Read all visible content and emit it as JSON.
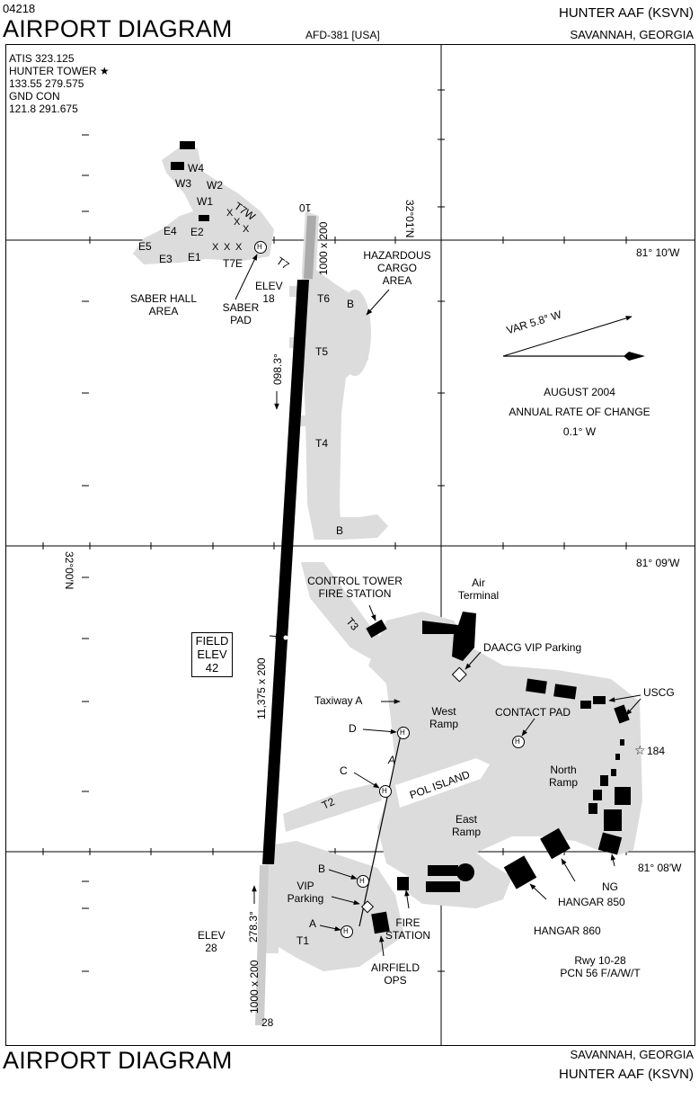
{
  "header": {
    "doc_number": "04218",
    "title": "AIRPORT DIAGRAM",
    "afd": "AFD-381 [USA]",
    "airport": "HUNTER AAF   (KSVN)",
    "location": "SAVANNAH, GEORGIA"
  },
  "footer": {
    "title": "AIRPORT DIAGRAM",
    "location": "SAVANNAH, GEORGIA",
    "airport": "HUNTER AAF   (KSVN)"
  },
  "frequencies": {
    "atis": "ATIS  323.125",
    "tower_label": "HUNTER TOWER ★",
    "tower_freq": "133.55  279.575",
    "gnd_label": "GND CON",
    "gnd_freq": "121.8  291.675"
  },
  "coordinates": {
    "lat_top": "32°01′N",
    "lat_bottom": "32°00′N",
    "lon_1": "81° 10′W",
    "lon_2": "81° 09′W",
    "lon_3": "81° 08′W"
  },
  "magvar": {
    "var": "VAR 5.8° W",
    "date": "AUGUST 2004",
    "rate_label": "ANNUAL RATE OF CHANGE",
    "rate": "0.1° W"
  },
  "runway": {
    "id_top": "10",
    "id_bottom": "28",
    "overrun_top": "1000 x 200",
    "overrun_bottom": "1000 x 200",
    "dimensions": "11,375 x 200",
    "heading_top": "098.3°",
    "heading_bottom": "278.3°",
    "elev_top_label": "ELEV",
    "elev_top": "18",
    "elev_bottom_label": "ELEV",
    "elev_bottom": "28",
    "field_elev_1": "FIELD",
    "field_elev_2": "ELEV",
    "field_elev_val": "42",
    "surface_line1": "Rwy 10-28",
    "surface_line2": "PCN 56 F/A/W/T"
  },
  "taxiways": {
    "W4": "W4",
    "W3": "W3",
    "W2": "W2",
    "W1": "W1",
    "T7W": "T7W",
    "E5": "E5",
    "E4": "E4",
    "E3": "E3",
    "E2": "E2",
    "E1": "E1",
    "T7E": "T7E",
    "T7": "T7",
    "T6": "T6",
    "T5": "T5",
    "T4": "T4",
    "B1": "B",
    "B2": "B",
    "T3": "T3",
    "T2": "T2",
    "T1": "T1",
    "A": "A",
    "taxiway_a": "Taxiway A"
  },
  "labels": {
    "saber_hall_1": "SABER HALL",
    "saber_hall_2": "AREA",
    "saber_pad_1": "SABER",
    "saber_pad_2": "PAD",
    "hazardous_1": "HAZARDOUS",
    "hazardous_2": "CARGO",
    "hazardous_3": "AREA",
    "control_tower_1": "CONTROL TOWER",
    "control_tower_2": "FIRE STATION",
    "air_terminal_1": "Air",
    "air_terminal_2": "Terminal",
    "daacg": "DAACG VIP Parking",
    "west_ramp_1": "West",
    "west_ramp_2": "Ramp",
    "contact_pad": "CONTACT PAD",
    "uscg": "USCG",
    "beacon": "184",
    "north_ramp_1": "North",
    "north_ramp_2": "Ramp",
    "pol_island": "POL ISLAND",
    "east_ramp_1": "East",
    "east_ramp_2": "Ramp",
    "helipad_d": "D",
    "helipad_c": "C",
    "helipad_b": "B",
    "helipad_a": "A",
    "vip_parking_1": "VIP",
    "vip_parking_2": "Parking",
    "fire_station_1": "FIRE",
    "fire_station_2": "STATION",
    "airfield_ops_1": "AIRFIELD",
    "airfield_ops_2": "OPS",
    "ng": "NG",
    "hangar_850": "HANGAR 850",
    "hangar_860": "HANGAR 860",
    "x_mark": "X",
    "heli": "H"
  }
}
